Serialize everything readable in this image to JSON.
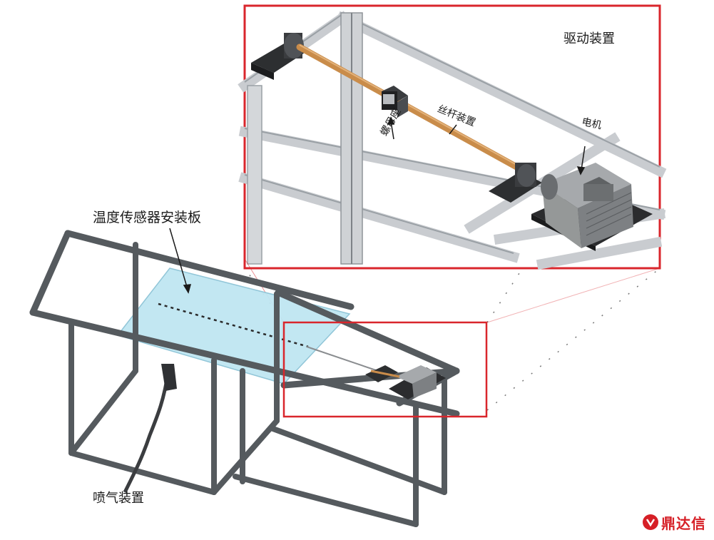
{
  "labels": {
    "drive_device": "驱动装置",
    "screw_device": "丝杆装置",
    "nut_seat": "螺母座",
    "motor": "电机",
    "sensor_plate": "温度传感器安装板",
    "spray_device": "喷气装置"
  },
  "watermark": {
    "text": "鼎达信"
  },
  "colors": {
    "frame": "#555a5e",
    "frame_light": "#c9ccd0",
    "plate": "#bfe6f2",
    "highlight_box": "#d9262c",
    "screw": "#c98c4a",
    "motor_body": "#8a8d90"
  }
}
